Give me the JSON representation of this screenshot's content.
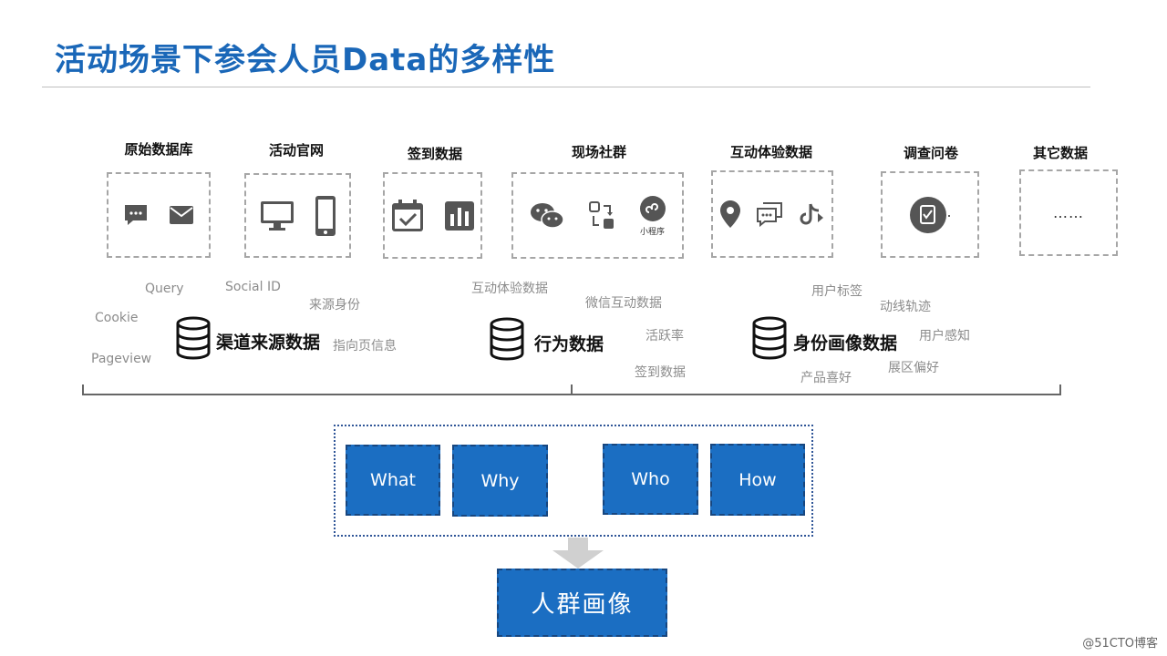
{
  "title": "活动场景下参会人员Data的多样性",
  "sources": [
    {
      "label": "原始数据库",
      "icons": [
        "chat-bubble-icon",
        "mail-icon"
      ]
    },
    {
      "label": "活动官网",
      "icons": [
        "monitor-icon",
        "phone-icon"
      ]
    },
    {
      "label": "签到数据",
      "icons": [
        "calendar-check-icon",
        "bar-chart-icon"
      ]
    },
    {
      "label": "现场社群",
      "icons": [
        "wechat-icon",
        "swap-icon",
        "mini-program-icon"
      ],
      "mini_program_text": "小程序"
    },
    {
      "label": "互动体验数据",
      "icons": [
        "location-pin-icon",
        "message-icon",
        "tiktok-icon"
      ]
    },
    {
      "label": "调查问卷",
      "icons": [
        "survey-icon"
      ]
    },
    {
      "label": "其它数据",
      "placeholder": "……"
    }
  ],
  "categories": {
    "channel": {
      "label": "渠道来源数据",
      "keywords": [
        "Query",
        "Social ID",
        "来源身份",
        "Cookie",
        "指向页信息",
        "Pageview"
      ]
    },
    "behavior": {
      "label": "行为数据",
      "keywords": [
        "互动体验数据",
        "微信互动数据",
        "活跃率",
        "签到数据"
      ]
    },
    "identity": {
      "label": "身份画像数据",
      "keywords": [
        "用户标签",
        "动线轨迹",
        "用户感知",
        "展区偏好",
        "产品喜好"
      ]
    }
  },
  "questions": [
    "What",
    "Why",
    "Who",
    "How"
  ],
  "result": "人群画像",
  "watermark": "@51CTO博客",
  "colors": {
    "title": "#1a67b8",
    "box_fill": "#1b6ec2",
    "box_border": "#17467f"
  }
}
